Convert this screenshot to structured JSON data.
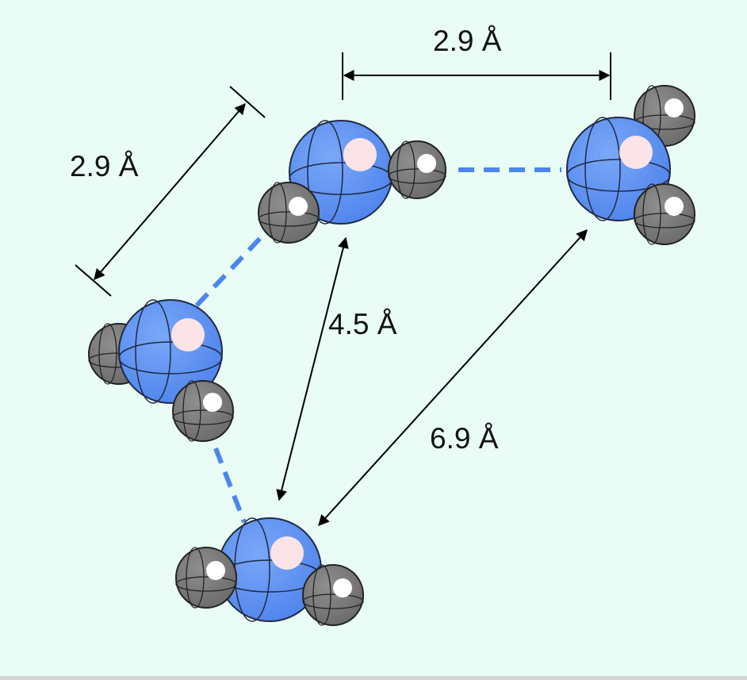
{
  "labels": {
    "top": "2.9 Å",
    "left": "2.9 Å",
    "middle": "4.5 Å",
    "diagonal": "6.9 Å"
  },
  "colors": {
    "background": "#e9fcf5",
    "oxygen": "#5b8ff2",
    "hydrogen": "#7d7d7d",
    "lone_pair": "#fbe3e7",
    "hydrogen_bond": "#4a86ee",
    "arrow": "#000000"
  }
}
